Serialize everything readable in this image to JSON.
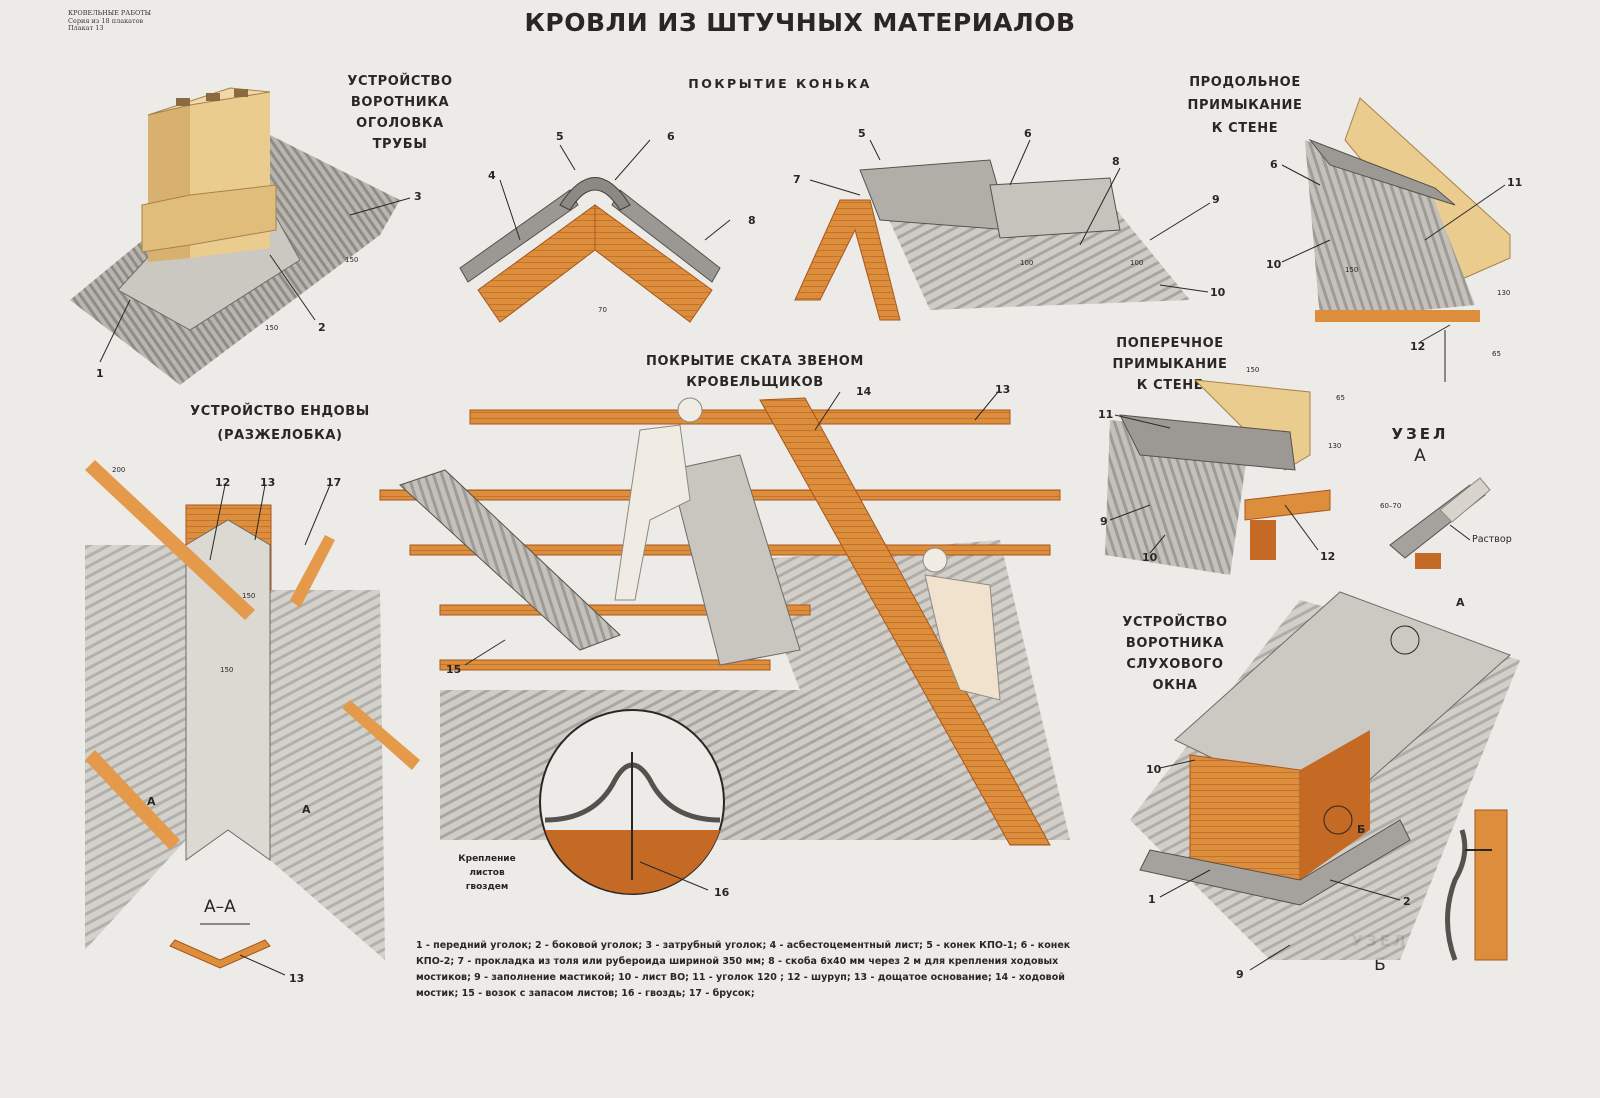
{
  "series_info": [
    "КРОВЕЛЬНЫЕ РАБОТЫ",
    "Серия из 18 плакатов",
    "Плакат 13"
  ],
  "title": "КРОВЛИ ИЗ ШТУЧНЫХ МАТЕРИАЛОВ",
  "captions": {
    "chimney": [
      "УСТРОЙСТВО",
      "ВОРОТНИКА",
      "ОГОЛОВКА",
      "ТРУБЫ"
    ],
    "ridge": "ПОКРЫТИЕ КОНЬКА",
    "longitudinal": [
      "ПРОДОЛЬНОЕ",
      "ПРИМЫКАНИЕ",
      "К СТЕНЕ"
    ],
    "valley": [
      "УСТРОЙСТВО ЕНДОВЫ",
      "(РАЗЖЕЛОБКА)"
    ],
    "slope": "ПОКРЫТИЕ СКАТА ЗВЕНОМ КРОВЕЛЬЩИКОВ",
    "transverse": [
      "ПОПЕРЕЧНОЕ ПРИМЫКАНИЕ",
      "К СТЕНЕ"
    ],
    "dormer": [
      "УСТРОЙСТВО",
      "ВОРОТНИКА",
      "СЛУХОВОГО",
      "ОКНА"
    ]
  },
  "nodes": {
    "a_title": "УЗЕЛ",
    "a_letter": "А",
    "b_title": "УЗЕЛ",
    "b_letter": "Б",
    "mortar": "Раствор",
    "section": "А–А",
    "dormer_a": "А",
    "dormer_b": "Б"
  },
  "nail_note": [
    "Крепление",
    "листов",
    "гвоздем"
  ],
  "legend": "1 - передний уголок; 2 - боковой уголок; 3 - затрубный уголок; 4 - асбестоцементный лист; 5 - конек КПО-1; 6 - конек КПО-2; 7 - прокладка из толя или рубероида шириной 350 мм; 8 - скоба 6х40 мм через 2 м для крепления ходовых мостиков; 9 - заполнение мастикой; 10 - лист ВО; 11 - уголок 120 ; 12 - шуруп; 13 - дощатое основание; 14 - ходовой мостик; 15 - возок с запасом листов; 16 - гвоздь; 17 - брусок;",
  "callouts": {
    "chimney": [
      "1",
      "2",
      "3"
    ],
    "chimney_dims": [
      "150",
      "150"
    ],
    "ridge_left": [
      "4",
      "5",
      "6",
      "8"
    ],
    "ridge_left_dim": "70",
    "ridge_right": [
      "5",
      "6",
      "7",
      "8",
      "9",
      "10"
    ],
    "ridge_right_dims": [
      "100",
      "100"
    ],
    "longitudinal": [
      "6",
      "11",
      "10",
      "12"
    ],
    "longitudinal_dims": [
      "150",
      "130",
      "65"
    ],
    "transverse": [
      "11",
      "9",
      "10",
      "12"
    ],
    "transverse_dims": [
      "150",
      "65",
      "130"
    ],
    "valley": [
      "12",
      "13",
      "17",
      "13"
    ],
    "valley_dims": [
      "200",
      "150",
      "150"
    ],
    "valley_marks": [
      "А",
      "А"
    ],
    "slope": [
      "14",
      "13",
      "15",
      "16"
    ],
    "node_a_dim": "60–70",
    "dormer": [
      "10",
      "1",
      "2",
      "9"
    ]
  },
  "colors": {
    "background": "#ecebe7",
    "wood": "#d98b3a",
    "wood_dark": "#a8561c",
    "sheet": "#b7b4ae",
    "sheet_dark": "#8c8985",
    "chimney": "#e8c88a"
  }
}
